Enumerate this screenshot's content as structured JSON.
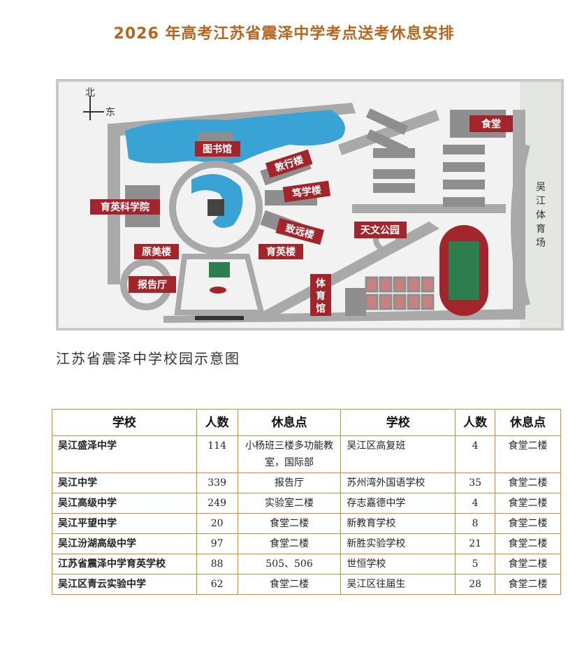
{
  "title": "2026 年高考江苏省震泽中学考点送考休息安排",
  "map": {
    "compass_north": "北",
    "compass_east": "东",
    "labels": {
      "library": "图书馆",
      "dunxing": "敦行楼",
      "duxue": "笃学楼",
      "zhiyuan": "致远楼",
      "yuying_college": "育英科学院",
      "yuanmei": "原美楼",
      "yuying": "育英楼",
      "auditorium": "报告厅",
      "gym": "体育馆",
      "astro_park": "天文公园",
      "canteen": "食堂",
      "stadium": "吴江体育场"
    },
    "colors": {
      "label_bg": "#a3252c",
      "water": "#3aa3d6",
      "road": "#a9a9a9",
      "building": "#8e8e8e",
      "field": "#2e7d4f"
    }
  },
  "caption": "江苏省震泽中学校园示意图",
  "table": {
    "headers": [
      "学校",
      "人数",
      "休息点",
      "学校",
      "人数",
      "休息点"
    ],
    "rows": [
      [
        "吴江盛泽中学",
        "114",
        "小杨班三楼多功能教室，国际部",
        "吴江区高复班",
        "4",
        "食堂二楼"
      ],
      [
        "吴江中学",
        "339",
        "报告厅",
        "苏州湾外国语学校",
        "35",
        "食堂二楼"
      ],
      [
        "吴江高级中学",
        "249",
        "实验室二楼",
        "存志嘉德中学",
        "4",
        "食堂二楼"
      ],
      [
        "吴江平望中学",
        "20",
        "食堂二楼",
        "新教育学校",
        "8",
        "食堂二楼"
      ],
      [
        "吴江汾湖高级中学",
        "97",
        "食堂二楼",
        "新胜实验学校",
        "21",
        "食堂二楼"
      ],
      [
        "江苏省震泽中学育英学校",
        "88",
        "505、506",
        "世恒学校",
        "5",
        "食堂二楼"
      ],
      [
        "吴江区青云实验中学",
        "62",
        "食堂二楼",
        "吴江区往届生",
        "28",
        "食堂二楼"
      ]
    ]
  }
}
